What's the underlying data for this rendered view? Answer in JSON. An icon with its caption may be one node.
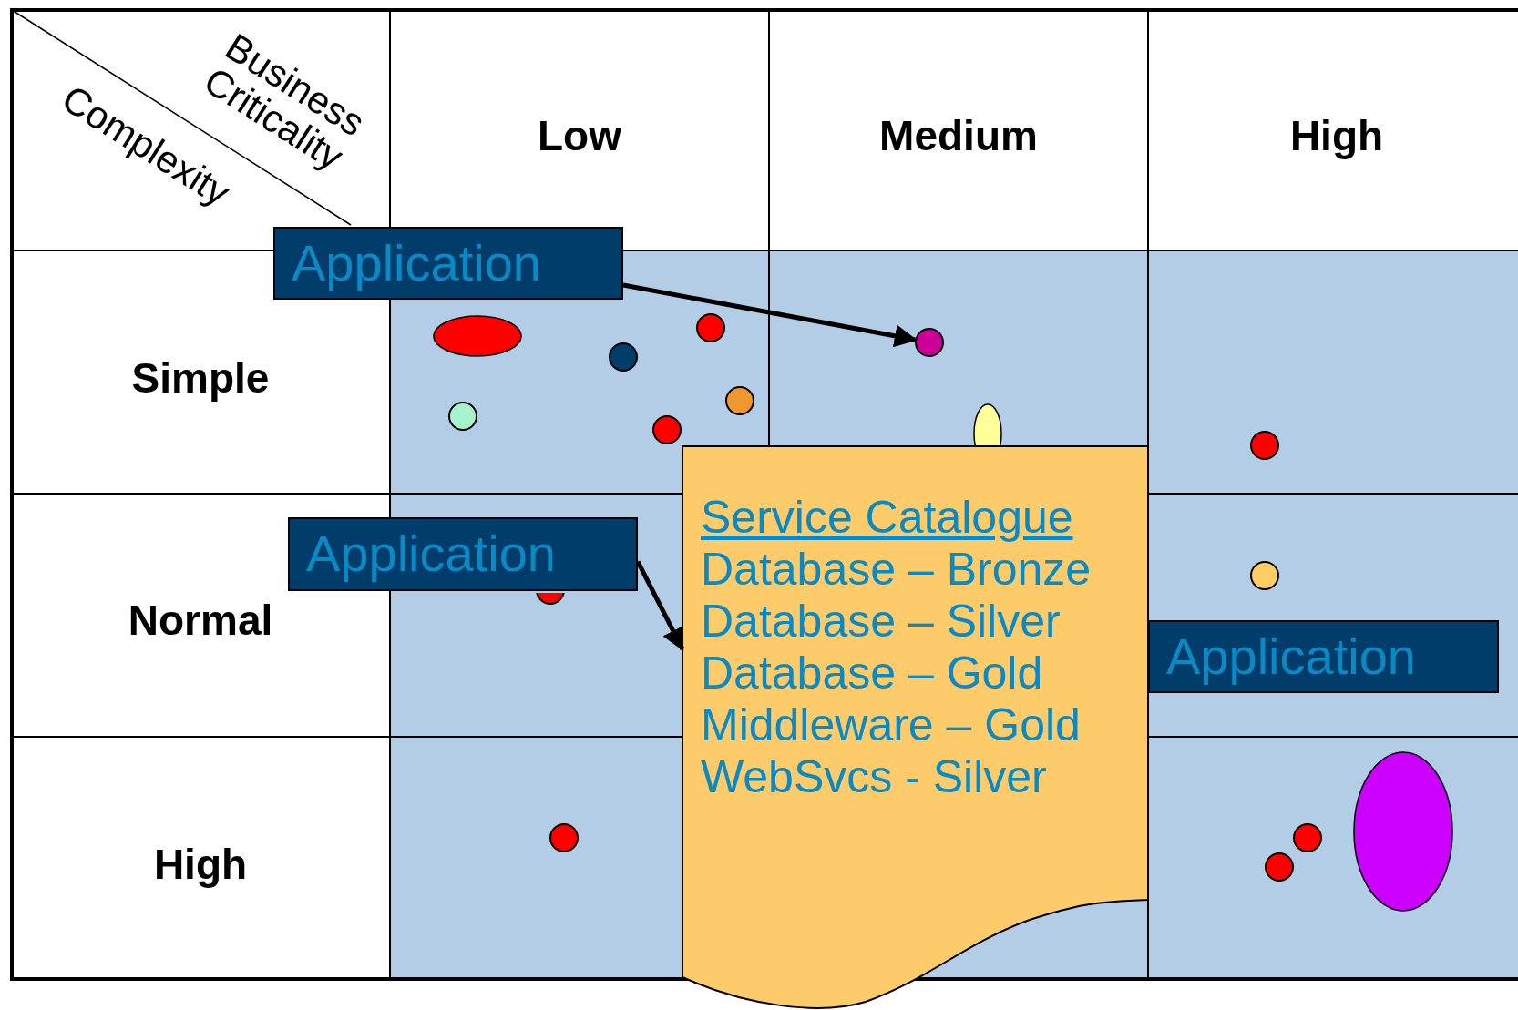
{
  "diagram": {
    "nodes": [
      {
        "text": [
          "Application"
        ]
      },
      {
        "text": [],
        "shape": "ellipse"
      },
      {
        "text": [],
        "shape": "circle"
      },
      {
        "text": [],
        "shape": "circle"
      },
      {
        "text": [],
        "shape": "circle"
      },
      {
        "text": [],
        "shape": "circle"
      },
      {
        "text": [],
        "shape": "circle"
      },
      {
        "text": [],
        "shape": "circle"
      },
      {
        "text": [],
        "shape": "ellipse"
      },
      {
        "text": [],
        "shape": "circle"
      },
      {
        "text": [
          "Service Catalogue",
          "Database – Bronze",
          "Database – Silver",
          "Database – Gold",
          "Middleware – Gold",
          "WebSvcs - Silver"
        ]
      },
      {
        "text": [
          "Application"
        ]
      },
      {
        "text": [],
        "shape": "circle"
      },
      {
        "text": [],
        "shape": "circle"
      },
      {
        "text": [
          "Application"
        ]
      },
      {
        "text": [],
        "shape": "circle"
      },
      {
        "text": [],
        "shape": "circle"
      },
      {
        "text": [],
        "shape": "circle"
      },
      {
        "text": [],
        "shape": "ellipse"
      }
    ],
    "edges": [
      {
        "from": 0,
        "to": 4,
        "arrow": "to"
      },
      {
        "from": 11,
        "to": 10,
        "arrow": "to"
      }
    ],
    "labels": [
      "Business Criticality",
      "Complexity",
      "Low",
      "Medium",
      "High",
      "Simple",
      "Normal",
      "High"
    ]
  }
}
